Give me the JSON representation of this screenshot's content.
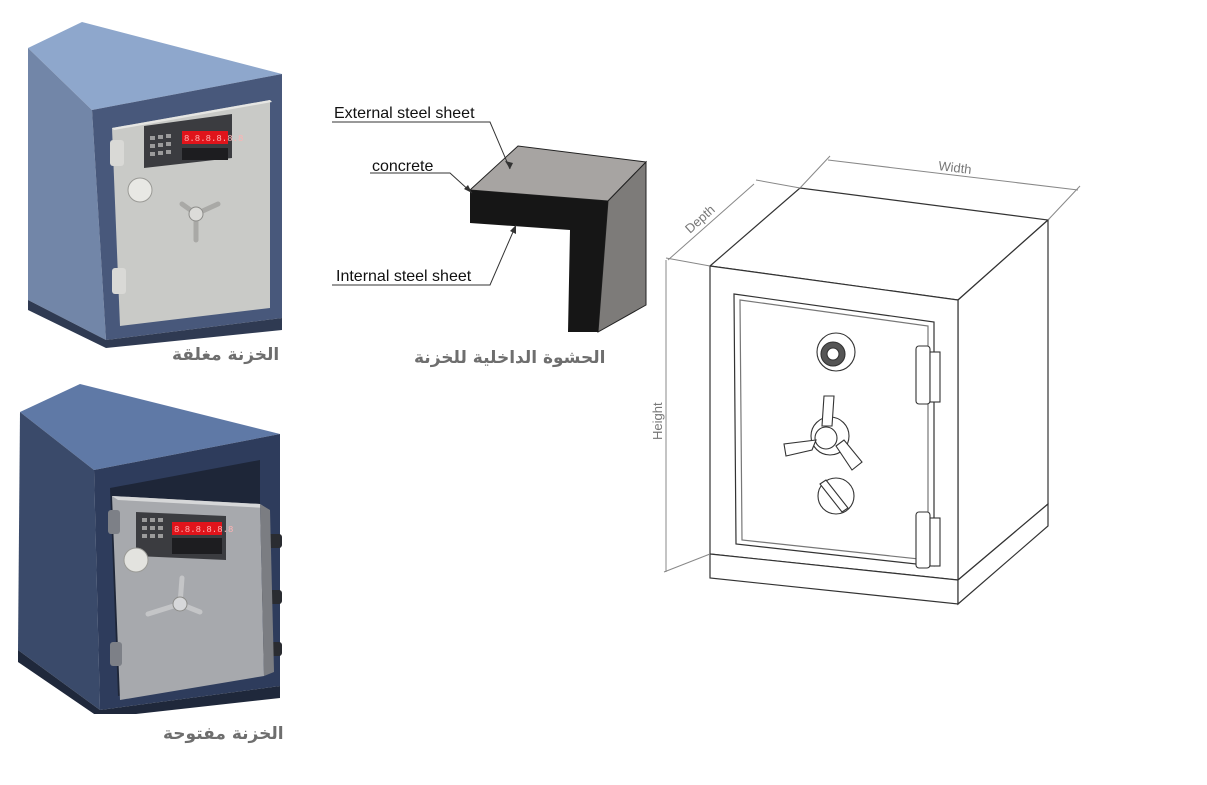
{
  "captions": {
    "closed_safe": "الخزنة مغلقة",
    "open_safe": "الخزنة مفتوحة",
    "wall_filling": "الحشوة الداخلية للخزنة"
  },
  "wall_section": {
    "external_label": "External steel sheet",
    "concrete_label": "concrete",
    "internal_label": "Internal steel sheet"
  },
  "dimensions": {
    "width": "Width",
    "depth": "Depth",
    "height": "Height"
  },
  "keypad_display": {
    "closed": "8.8.8.8.8.8",
    "open": "8.8.8.8.8.8"
  },
  "colors": {
    "safe_body": "#5f7295",
    "safe_top": "#8ea4c8",
    "safe_door": "#c9cac7",
    "display_red": "#e0141b",
    "caption_gray": "#6e6e6e"
  }
}
